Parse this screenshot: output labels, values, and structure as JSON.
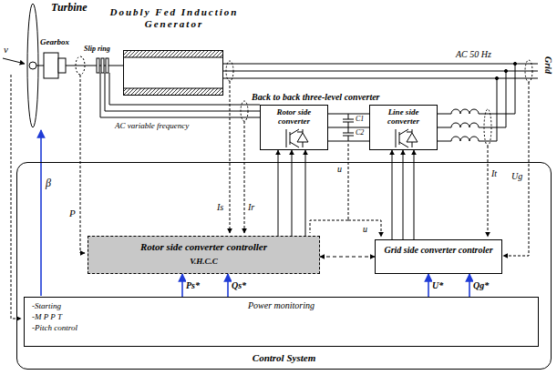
{
  "diagram": {
    "nodes": [
      {
        "text": [
          "Doubly Fed Induction Generator"
        ]
      },
      {
        "text": [
          "Rotor side converter"
        ]
      },
      {
        "text": [
          "Line side converter"
        ]
      },
      {
        "text": [
          "Control System"
        ]
      },
      {
        "text": [
          "Rotor side converter controller",
          "V.H.C.C"
        ],
        "in": 3
      },
      {
        "text": [
          "Grid side converter controler"
        ],
        "in": 3
      },
      {
        "text": [
          "-Starting",
          "-M P P T",
          "-Pitch control",
          "Power monitoring"
        ],
        "in": 3
      }
    ],
    "edges": [
      {
        "from": 4,
        "to": 5,
        "arrow": "both"
      },
      {
        "from": 4,
        "to": 1,
        "arrow": "to"
      },
      {
        "from": 5,
        "to": 2,
        "arrow": "to"
      },
      {
        "from": 6,
        "to": 4,
        "arrow": "to",
        "label": "Ps*"
      },
      {
        "from": 6,
        "to": 4,
        "arrow": "to",
        "label": "Qs*"
      },
      {
        "from": 6,
        "to": 5,
        "arrow": "to",
        "label": "U*"
      },
      {
        "from": 6,
        "to": 5,
        "arrow": "to",
        "label": "Qg*"
      }
    ],
    "labels": [
      "Turbine",
      "Gearbox",
      "v",
      "β",
      "Slip ring",
      "AC 50 Hz",
      "Grid",
      "Back to back three-level converter",
      "C1",
      "C2",
      "AC variable frequency",
      "P",
      "Is",
      "Ir",
      "u",
      "It",
      "Ug",
      "u"
    ]
  }
}
